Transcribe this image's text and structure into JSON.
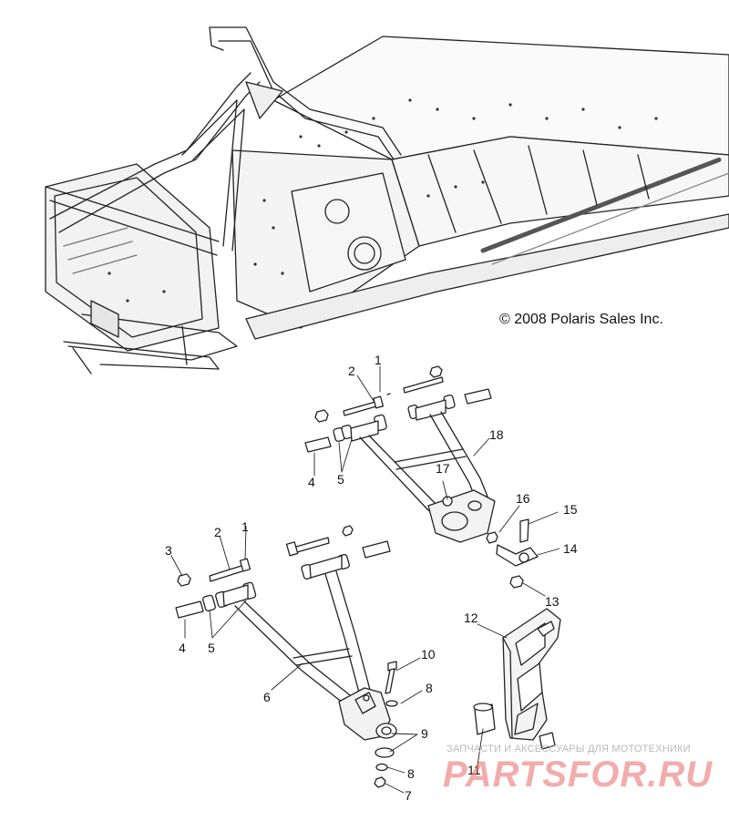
{
  "copyright": "© 2008 Polaris Sales Inc.",
  "watermark": {
    "line": "ЗАПЧАСТИ И АКСЕССУАРЫ ДЛЯ МОТОТЕХНИКИ",
    "logo": "PARTSFOR.RU"
  },
  "callouts": [
    {
      "id": "c1a",
      "text": "1"
    },
    {
      "id": "c2a",
      "text": "2"
    },
    {
      "id": "c4a",
      "text": "4"
    },
    {
      "id": "c5a",
      "text": "5"
    },
    {
      "id": "c17",
      "text": "17"
    },
    {
      "id": "c18",
      "text": "18"
    },
    {
      "id": "c16",
      "text": "16"
    },
    {
      "id": "c15",
      "text": "15"
    },
    {
      "id": "c14",
      "text": "14"
    },
    {
      "id": "c13",
      "text": "13"
    },
    {
      "id": "c3",
      "text": "3"
    },
    {
      "id": "c2b",
      "text": "2"
    },
    {
      "id": "c1b",
      "text": "1"
    },
    {
      "id": "c4b",
      "text": "4"
    },
    {
      "id": "c5b",
      "text": "5"
    },
    {
      "id": "c6",
      "text": "6"
    },
    {
      "id": "c10",
      "text": "10"
    },
    {
      "id": "c8a",
      "text": "8"
    },
    {
      "id": "c9",
      "text": "9"
    },
    {
      "id": "c8b",
      "text": "8"
    },
    {
      "id": "c7",
      "text": "7"
    },
    {
      "id": "c12",
      "text": "12"
    },
    {
      "id": "c11",
      "text": "11"
    }
  ]
}
